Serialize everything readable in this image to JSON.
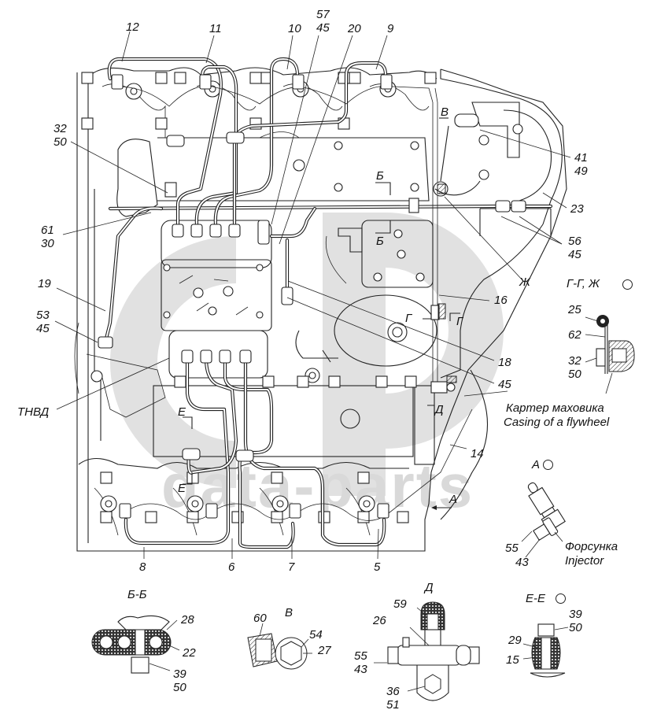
{
  "diagram": {
    "title_hidden": "",
    "watermark": {
      "logo_text": "d",
      "text": "data-parts",
      "color": "#d9d9d9"
    },
    "callouts_top": [
      {
        "id": "12",
        "text": "12"
      },
      {
        "id": "11",
        "text": "11"
      },
      {
        "id": "10",
        "text": "10"
      },
      {
        "id": "57-45",
        "text": "57\n45"
      },
      {
        "id": "20",
        "text": "20"
      },
      {
        "id": "9",
        "text": "9"
      }
    ],
    "callouts_left": [
      {
        "id": "32-50",
        "text": "32\n50"
      },
      {
        "id": "61-30",
        "text": "61\n30"
      },
      {
        "id": "19",
        "text": "19"
      },
      {
        "id": "53-45",
        "text": "53\n45"
      },
      {
        "id": "tnvd",
        "text": "ТНВД"
      }
    ],
    "callouts_right": [
      {
        "id": "41-49",
        "text": "41\n49"
      },
      {
        "id": "23",
        "text": "23"
      },
      {
        "id": "56-45",
        "text": "56\n45"
      },
      {
        "id": "zh",
        "text": "Ж"
      },
      {
        "id": "16",
        "text": "16"
      },
      {
        "id": "18",
        "text": "18"
      },
      {
        "id": "45",
        "text": "45"
      },
      {
        "id": "14",
        "text": "14"
      }
    ],
    "callouts_bottom": [
      {
        "id": "8",
        "text": "8"
      },
      {
        "id": "6",
        "text": "6"
      },
      {
        "id": "7",
        "text": "7"
      },
      {
        "id": "5",
        "text": "5"
      }
    ],
    "section_marks": {
      "b_top": "Б",
      "b_bottom": "Б",
      "v": "В",
      "g_left": "Г",
      "g_right": "Г",
      "d": "Д",
      "e_top": "Е",
      "e_bottom": "Е",
      "a": "А"
    },
    "flywheel_note": {
      "ru": "Картер маховика",
      "en": "Casing of a flywheel"
    },
    "detail_gg": {
      "title": "Г-Г, Ж",
      "labels": {
        "l25": "25",
        "l62": "62",
        "l32_50": "32\n50"
      }
    },
    "detail_a": {
      "title": "А",
      "labels": {
        "l55": "55",
        "l43": "43"
      },
      "injector_ru": "Форсунка",
      "injector_en": "Injector"
    },
    "detail_bb": {
      "title": "Б-Б",
      "labels": {
        "l28": "28",
        "l22": "22",
        "l39_50": "39\n50"
      }
    },
    "detail_v": {
      "title": "В",
      "labels": {
        "l60": "60",
        "l54": "54",
        "l27": "27"
      }
    },
    "detail_d": {
      "title": "Д",
      "labels": {
        "l59": "59",
        "l26": "26",
        "l55_43": "55\n43",
        "l36_51": "36\n51"
      }
    },
    "detail_ee": {
      "title": "Е-Е",
      "labels": {
        "l39_50": "39\n50",
        "l29": "29",
        "l15": "15"
      }
    }
  }
}
